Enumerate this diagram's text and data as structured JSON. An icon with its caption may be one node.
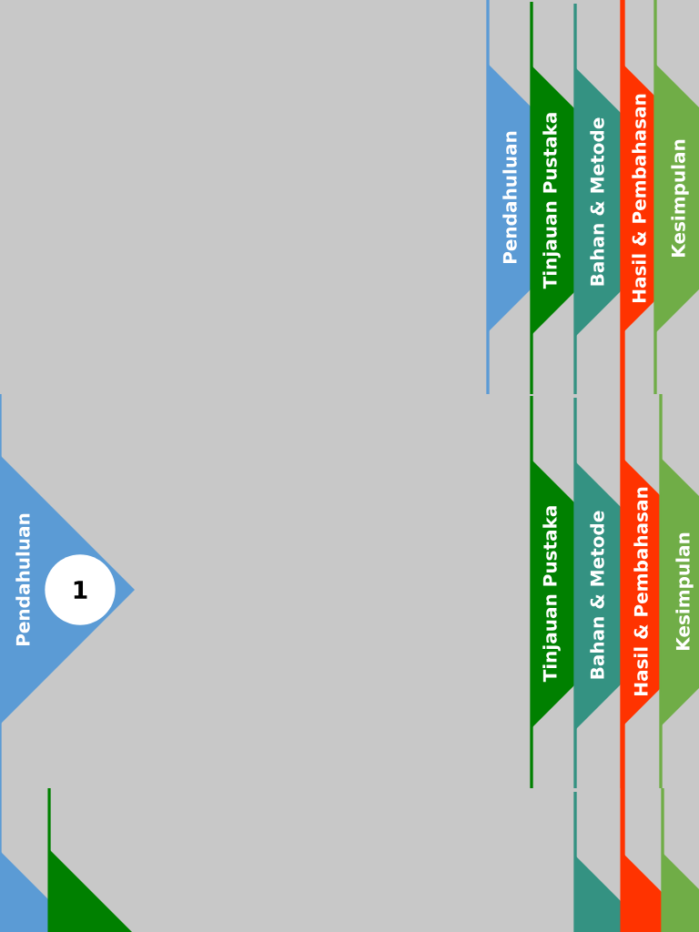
{
  "diagram": {
    "nodes": [
      {
        "text": [
          "Pendahuluan"
        ]
      },
      {
        "text": [
          "Tinjauan Pustaka"
        ]
      },
      {
        "text": [
          "Bahan & Metode"
        ]
      },
      {
        "text": [
          "Hasil & Pembahasan"
        ]
      },
      {
        "text": [
          "Kesimpulan"
        ]
      },
      {
        "text": [
          "Pendahuluan"
        ]
      },
      {
        "text": [
          "1"
        ],
        "in": 5
      },
      {
        "text": [
          "Tinjauan Pustaka"
        ]
      },
      {
        "text": [
          "Bahan & Metode"
        ]
      },
      {
        "text": [
          "Hasil & Pembahasan"
        ]
      },
      {
        "text": [
          "Kesimpulan"
        ]
      },
      {
        "text": [],
        "shape": "box"
      },
      {
        "text": [],
        "shape": "box"
      },
      {
        "text": [],
        "shape": "box"
      },
      {
        "text": [],
        "shape": "box"
      },
      {
        "text": [],
        "shape": "box"
      }
    ]
  }
}
